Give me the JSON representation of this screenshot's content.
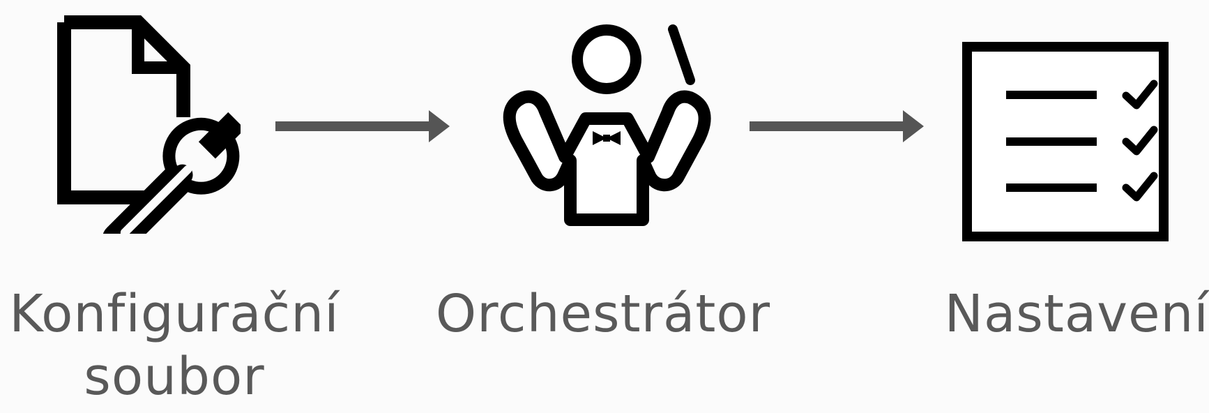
{
  "diagram": {
    "nodes": [
      {
        "id": "config",
        "icon": "config-file-wrench-icon",
        "label_line1": "Konfigurační",
        "label_line2": "soubor"
      },
      {
        "id": "orchestrator",
        "icon": "conductor-icon",
        "label": "Orchestrátor"
      },
      {
        "id": "settings",
        "icon": "checklist-icon",
        "label": "Nastavení"
      }
    ],
    "edges": [
      {
        "from": "config",
        "to": "orchestrator"
      },
      {
        "from": "orchestrator",
        "to": "settings"
      }
    ],
    "colors": {
      "icon": "#000000",
      "arrow": "#555555",
      "text": "#595959",
      "background": "#fbfbfb"
    }
  }
}
